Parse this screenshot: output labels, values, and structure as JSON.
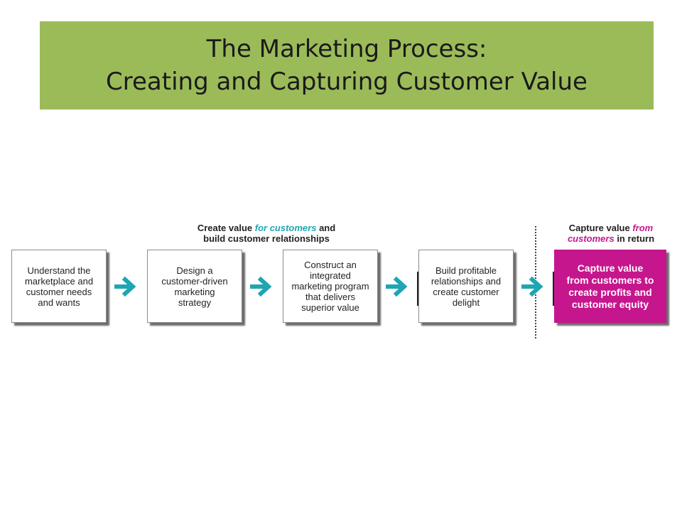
{
  "title": {
    "line1": "The Marketing Process:",
    "line2": "Creating and Capturing Customer Value"
  },
  "colors": {
    "banner": "#9bbb59",
    "arrow": "#1fa5b3",
    "accent_create": "#1fa5b3",
    "accent_capture": "#c6168d",
    "final_box": "#c6168d"
  },
  "groups": {
    "create": {
      "pre": "Create value ",
      "em": "for customers",
      "post": " and",
      "line2": "build customer relationships"
    },
    "capture": {
      "pre": "Capture value ",
      "em1": "from",
      "em2": "customers",
      "post": " in return"
    }
  },
  "steps": [
    {
      "text": "Understand the\nmarketplace and\ncustomer needs\nand wants"
    },
    {
      "text": "Design a\ncustomer-driven\nmarketing\nstrategy"
    },
    {
      "text": "Construct an\nintegrated\nmarketing program\nthat delivers\nsuperior value"
    },
    {
      "text": "Build profitable\nrelationships and\ncreate customer\ndelight"
    }
  ],
  "final_step": {
    "text": "Capture value\nfrom customers to\ncreate profits and\ncustomer equity"
  },
  "icons": {
    "arrow": "arrow-right-icon"
  }
}
